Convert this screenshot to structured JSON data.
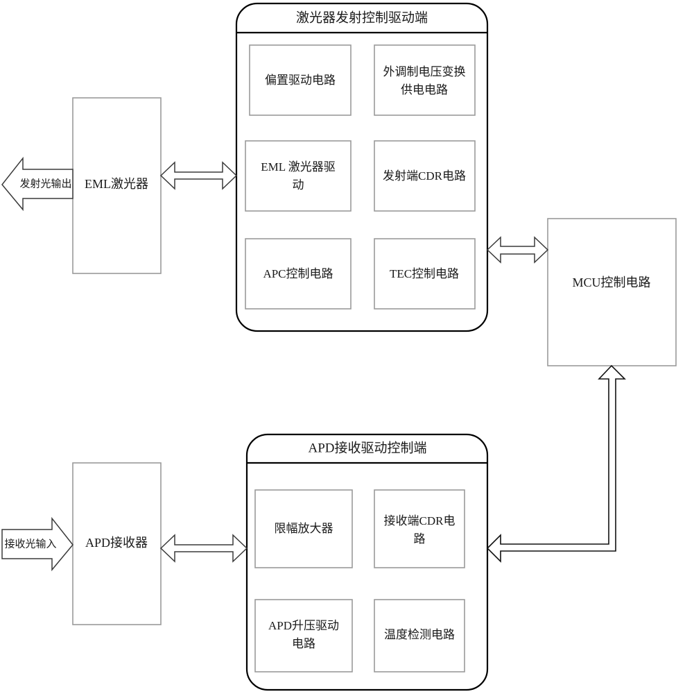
{
  "diagram": {
    "title_note": "optical module block diagram",
    "colors": {
      "group_border": "#000000",
      "unit_border": "#9a9a9a",
      "arrow_stroke": "#3a3a3a",
      "background": "#ffffff",
      "text": "#1a1a1a"
    },
    "transmitter_group": {
      "title": "激光器发射控制驱动端",
      "units": [
        {
          "label": "偏置驱动电路"
        },
        {
          "label": "外调制电压变换供电电路",
          "line1": "外调制电压变换",
          "line2": "供电电路"
        },
        {
          "label": "EML 激光器驱动",
          "line1": "EML  激光器驱",
          "line2": "动"
        },
        {
          "label": "发射端CDR电路"
        },
        {
          "label": "APC控制电路"
        },
        {
          "label": "TEC控制电路"
        }
      ]
    },
    "receiver_group": {
      "title": "APD接收驱动控制端",
      "units": [
        {
          "label": "限幅放大器"
        },
        {
          "label": "接收端CDR电路",
          "line1": "接收端CDR电",
          "line2": "路"
        },
        {
          "label": "APD升压驱动电路",
          "line1": "APD升压驱动",
          "line2": "电路"
        },
        {
          "label": "温度检测电路"
        }
      ]
    },
    "nodes": {
      "eml_laser": "EML激光器",
      "apd_receiver": "APD接收器",
      "mcu": "MCU控制电路"
    },
    "io_ports": {
      "tx_optical_output": "发射光输出",
      "rx_optical_input": "接收光输入"
    },
    "connections": [
      {
        "from": "EML激光器",
        "to": "发射光输出",
        "type": "single-left"
      },
      {
        "from": "EML激光器",
        "to": "激光器发射控制驱动端",
        "type": "bidirectional"
      },
      {
        "from": "激光器发射控制驱动端",
        "to": "MCU控制电路",
        "type": "bidirectional"
      },
      {
        "from": "接收光输入",
        "to": "APD接收器",
        "type": "single-right"
      },
      {
        "from": "APD接收器",
        "to": "APD接收驱动控制端",
        "type": "bidirectional"
      },
      {
        "from": "APD接收驱动控制端",
        "to": "MCU控制电路",
        "type": "single-elbow-up"
      }
    ]
  }
}
